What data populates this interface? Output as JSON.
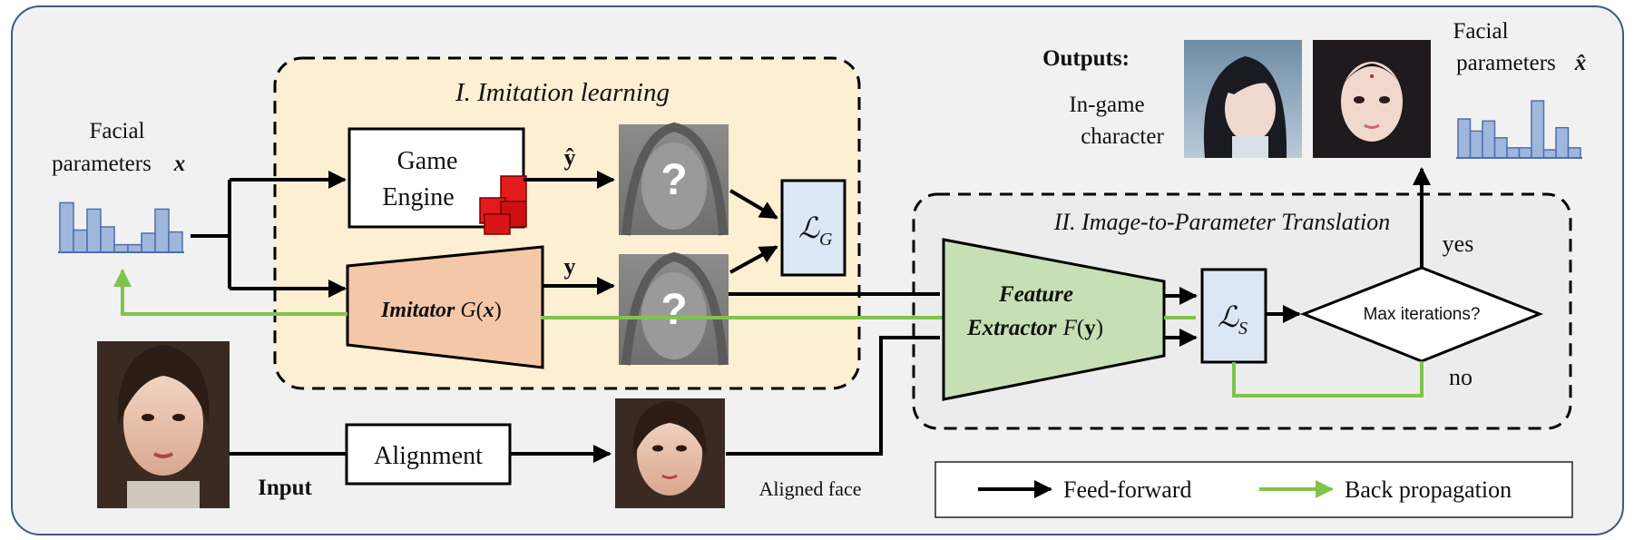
{
  "section1": {
    "title": "I. Imitation learning"
  },
  "section2": {
    "title": "II. Image-to-Parameter Translation"
  },
  "input_params": {
    "line1": "Facial",
    "line2": "parameters",
    "symbol": "x"
  },
  "game_engine": {
    "line1": "Game",
    "line2": "Engine"
  },
  "imitator": {
    "label": "Imitator",
    "func": "G",
    "arg": "x"
  },
  "feature_extractor": {
    "line1": "Feature",
    "line2": "Extractor",
    "func": "F",
    "arg": "y"
  },
  "loss_g": {
    "symbol": "ℒ",
    "sub": "G"
  },
  "loss_s": {
    "symbol": "ℒ",
    "sub": "S"
  },
  "y_hat_label": "ŷ",
  "y_label": "y",
  "unknown_mark": "?",
  "alignment": {
    "label": "Alignment"
  },
  "input_label": "Input",
  "aligned_label": "Aligned face",
  "decision": {
    "label": "Max iterations?",
    "yes": "yes",
    "no": "no"
  },
  "outputs": {
    "title": "Outputs:",
    "line1": "In-game",
    "line2": "character"
  },
  "output_params": {
    "line1": "Facial",
    "line2": "parameters",
    "symbol": "x̂"
  },
  "legend": {
    "feed_forward": "Feed-forward",
    "back_propagation": "Back propagation"
  },
  "input_histogram": [
    0.78,
    0.35,
    0.68,
    0.4,
    0.12,
    0.12,
    0.3,
    0.68,
    0.32
  ],
  "output_histogram": [
    0.58,
    0.4,
    0.55,
    0.3,
    0.15,
    0.15,
    0.85,
    0.12,
    0.45,
    0.15
  ],
  "colors": {
    "frame_border": "#3c5a86",
    "panel_fill": "#fcefd2",
    "imitator_fill": "#f5c7a9",
    "extractor_fill": "#c7dfb4",
    "loss_fill": "#dce7f5",
    "bar_fill": "#9fb7dd",
    "bar_stroke": "#4d6eae",
    "feed_forward": "#000000",
    "back_propagation": "#80c34a"
  }
}
